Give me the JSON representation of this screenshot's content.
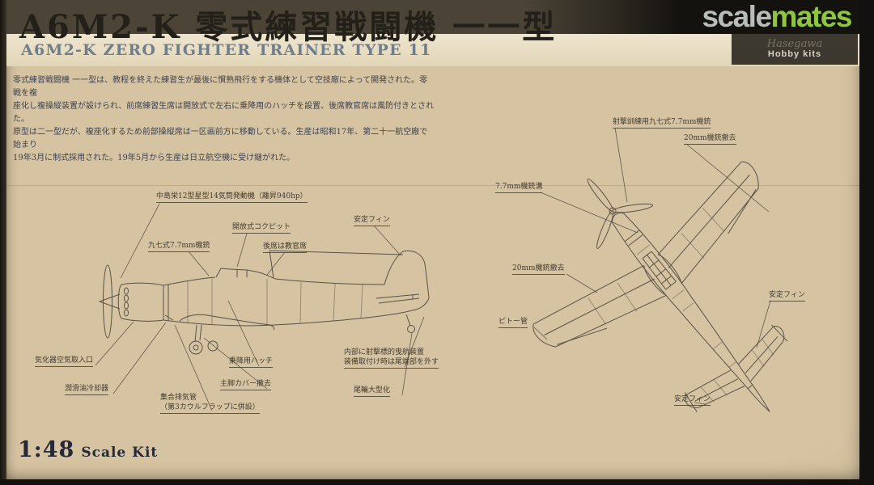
{
  "photo": {
    "watermark": {
      "part1": "scale",
      "part2": "mates",
      "color1": "#b9bdb9",
      "color2": "#8fc63f",
      "bg": "#131110"
    },
    "brand_badge": {
      "name": "Hasegawa",
      "sub": "Hobby kits"
    }
  },
  "box": {
    "title_jp": "A6M2-K 零式練習戦闘機 一一型",
    "title_en": "A6M2-K ZERO FIGHTER TRAINER TYPE 11",
    "scale": {
      "ratio": "1:48",
      "label": "Scale Kit"
    },
    "description_lines": [
      "零式練習戦闘機 一一型は、教程を終えた練習生が最後に慣熟飛行をする機体として空技廠によって開発された。零戦を複",
      "座化し複操縦装置が設けられ、前席練習生席は開放式で左右に乗降用のハッチを設置、後席教官席は風防付きとされた。",
      "原型は二一型だが、複座化するため前部操縦席は一区画前方に移動している。生産は昭和17年、第二十一航空廠で始まり",
      "19年3月に制式採用された。19年5月から生産は日立航空機に受け継がれた。"
    ],
    "colors": {
      "kraft": "#d6c3a1",
      "cream": "#ece2c9",
      "band": "#4b4437",
      "ink_lines": "#595246",
      "navy_text": "#262a38"
    }
  },
  "side_view": {
    "labels": [
      {
        "text": "中島栄12型星型14気筒発動機（離昇940hp）"
      },
      {
        "text": "開放式コクピット"
      },
      {
        "text": "九七式7.7mm機銃"
      },
      {
        "text": "後席は教官席"
      },
      {
        "text": "安定フィン"
      },
      {
        "text": "気化器空気取入口"
      },
      {
        "text": "潤滑油冷却器"
      },
      {
        "text": "乗降用ハッチ"
      },
      {
        "text": "主脚カバー撤去"
      },
      {
        "text": "集合排気管\n（第3カウルフラップに併設）"
      },
      {
        "text": "内部に射撃標的曳航装置\n装備取付け時は尾端部を外す"
      },
      {
        "text": "尾輪大型化"
      }
    ]
  },
  "top_view": {
    "labels": [
      {
        "text": "射撃訓練用九七式7.7mm機銃"
      },
      {
        "text": "20mm機銃撤去"
      },
      {
        "text": "7.7mm機銃溝"
      },
      {
        "text": "20mm機銃撤去"
      },
      {
        "text": "安定フィン"
      },
      {
        "text": "ピトー管"
      },
      {
        "text": "安定フィン"
      }
    ]
  }
}
